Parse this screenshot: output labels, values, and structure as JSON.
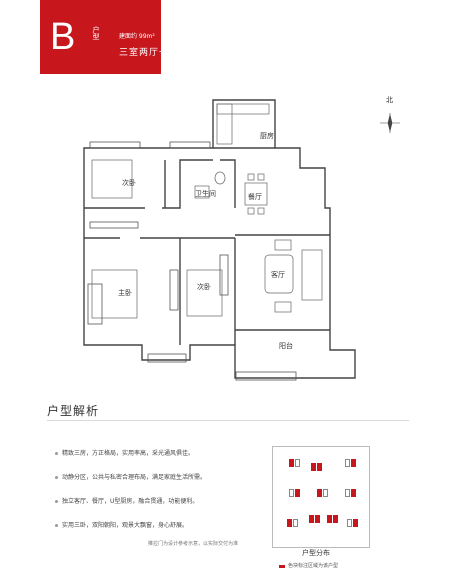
{
  "header": {
    "type_letter": "B",
    "type_label": "户型",
    "area_label": "建面约 99m²",
    "layout_label": "三室两厅一卫"
  },
  "floorplan": {
    "north_label": "北",
    "rooms": {
      "kitchen": "厨房",
      "secondary_bedroom_top": "次卧",
      "bathroom": "卫生间",
      "dining": "餐厅",
      "master_bedroom": "主卧",
      "secondary_bedroom": "次卧",
      "living": "客厅",
      "balcony": "阳台"
    }
  },
  "analysis": {
    "title": "户型解析",
    "bullets": [
      "精致三房，方正格局，实用率高，采光通风俱佳。",
      "动静分区，公共与私密合理布局，满足家庭生活所需。",
      "独立客厅、餐厅，U型厨房，融合贯通，功能便利。",
      "实用三卧，双阳朝阳，观景大飘窗，身心舒展。"
    ],
    "footnote": "推拉门为设计参考示意，以实际交付为准"
  },
  "distribution": {
    "title": "户型分布",
    "legend": "色块标注区域为该户型"
  },
  "colors": {
    "brand_red": "#c8161d"
  }
}
